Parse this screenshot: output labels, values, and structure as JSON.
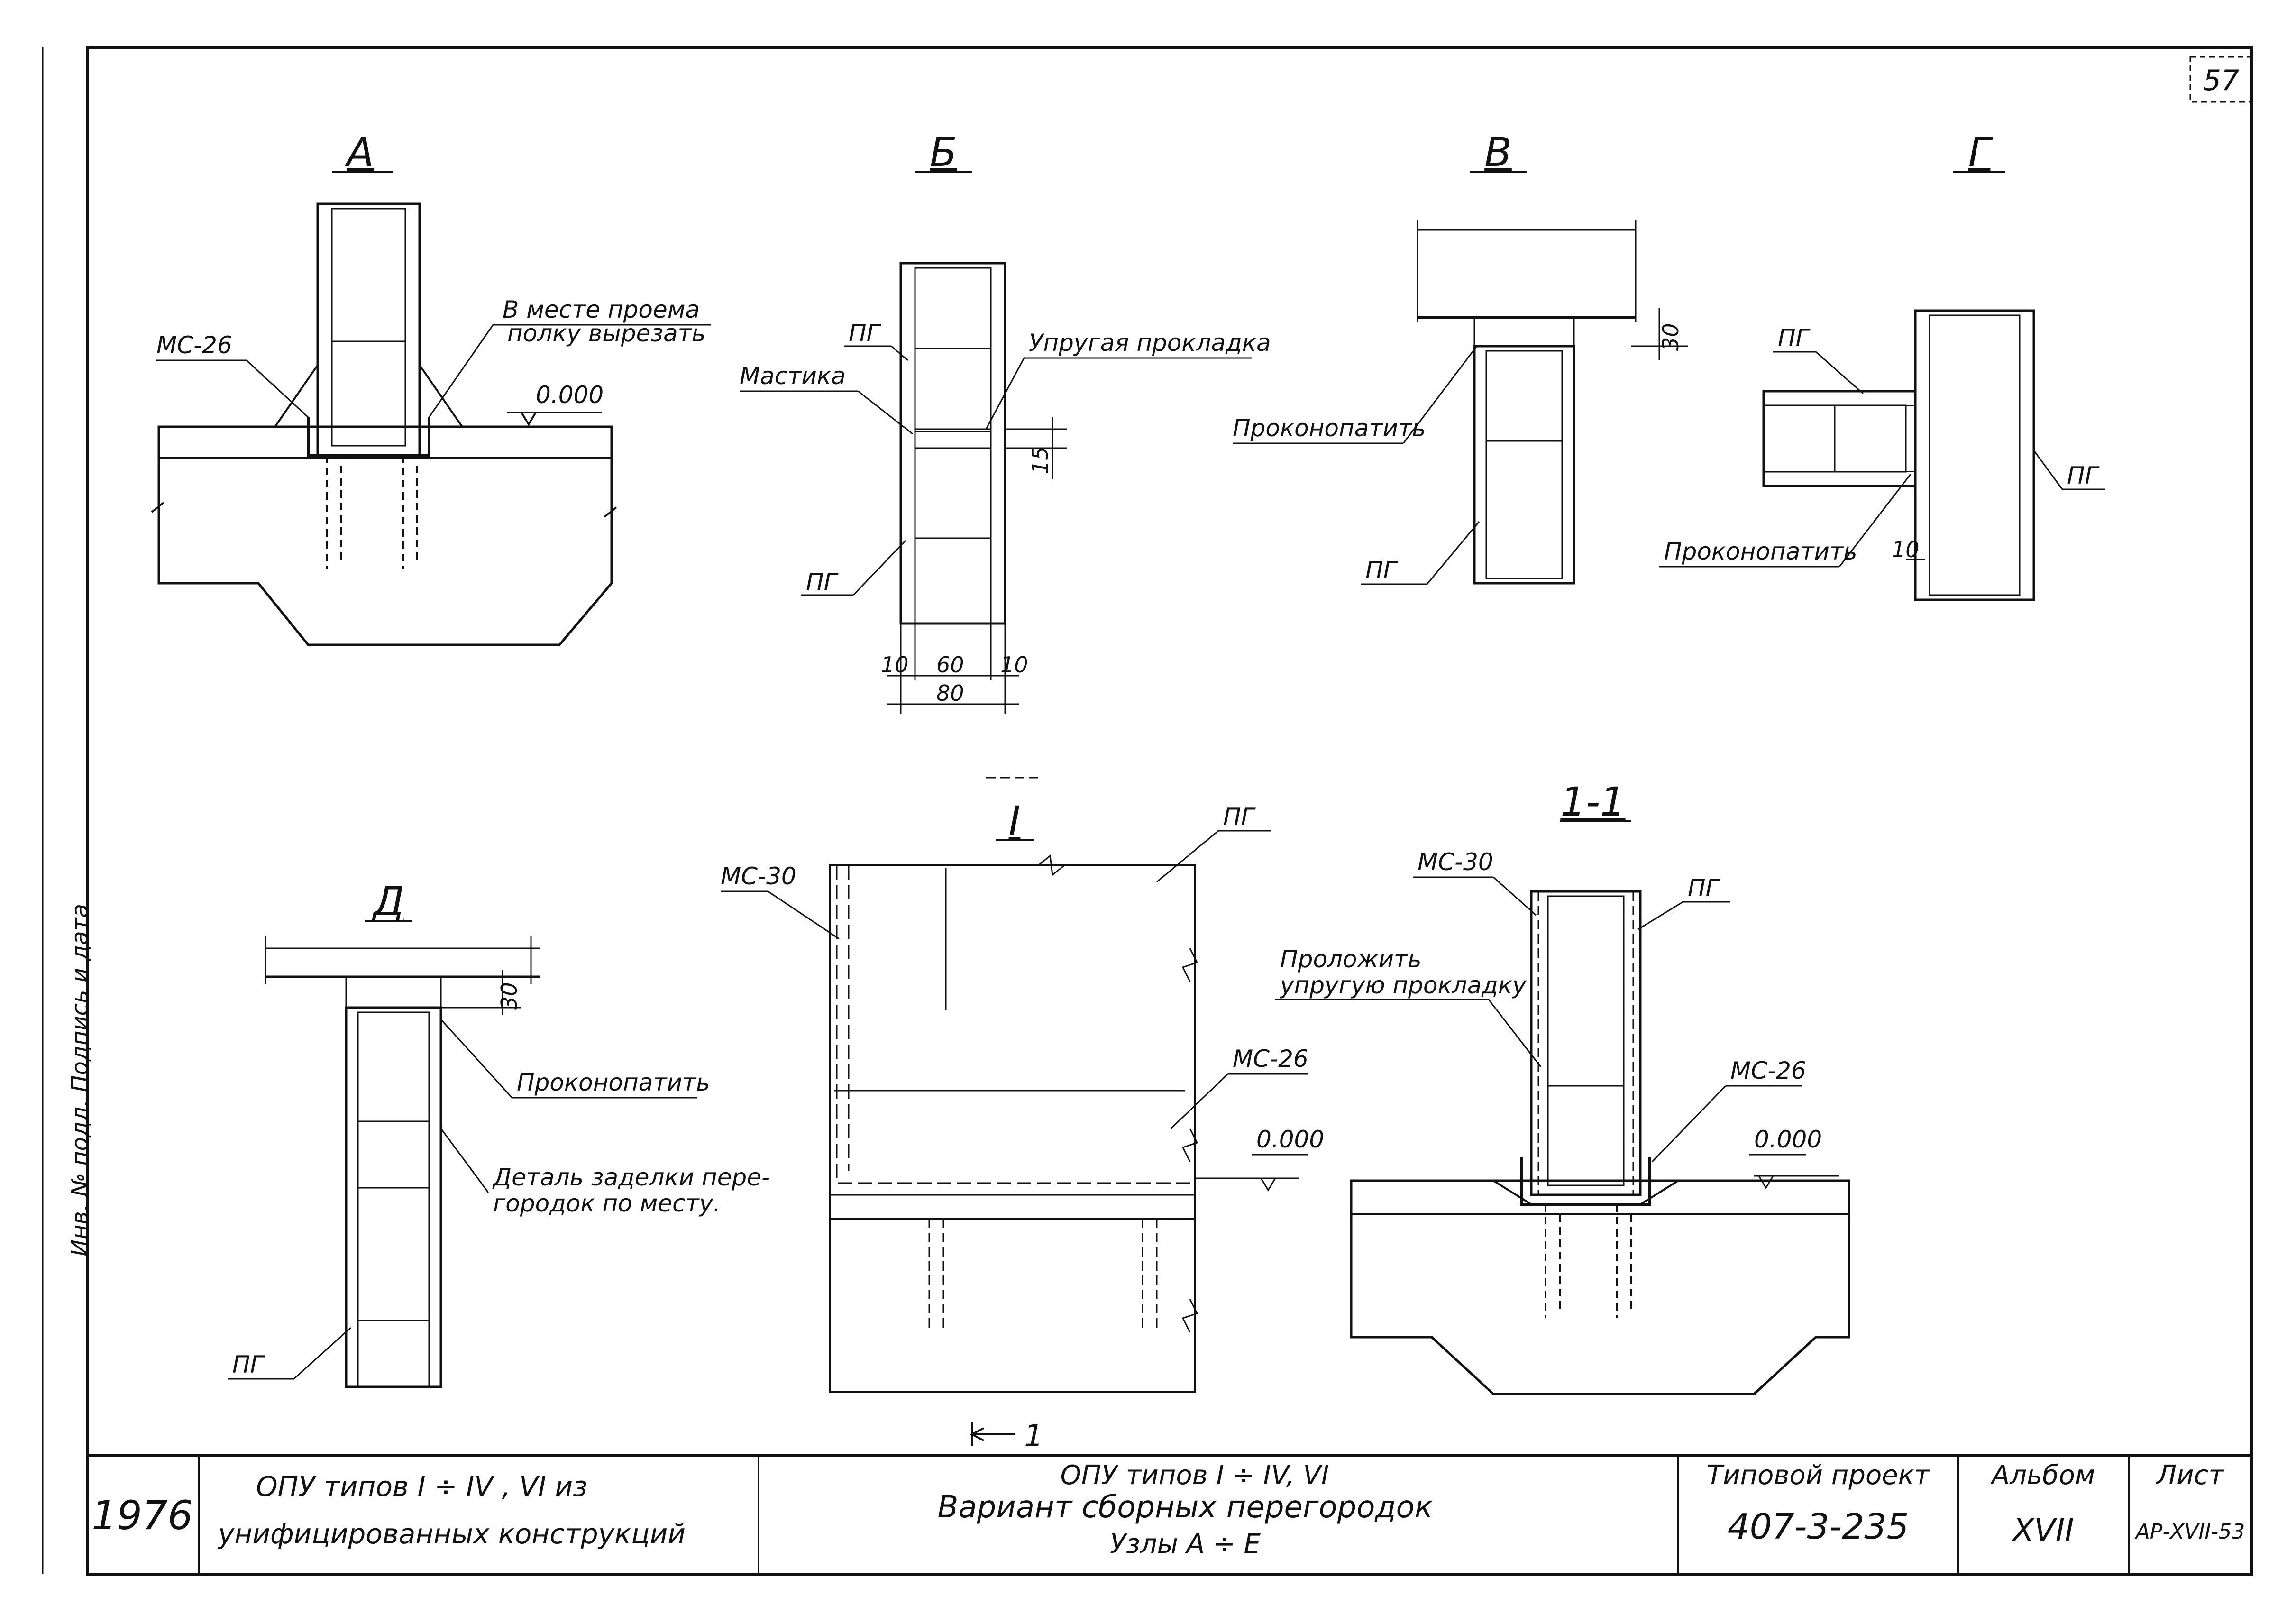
{
  "sheet_corner_number": "57",
  "details": {
    "A": {
      "title": "А",
      "note_cut": [
        "В месте проема",
        "полку вырезать"
      ],
      "mark_ms": "МС-26",
      "level": "0.000"
    },
    "B": {
      "title": "Б",
      "label_pg_top": "ПГ",
      "label_pg_bottom": "ПГ",
      "label_mastika": "Мастика",
      "label_gasket": "Упругая прокладка",
      "dim_15": "15",
      "dim_10_left": "10",
      "dim_60": "60",
      "dim_10_right": "10",
      "dim_80": "80"
    },
    "V": {
      "title": "В",
      "label_caulk": "Проконопатить",
      "label_pg": "ПГ",
      "dim_30": "30"
    },
    "G": {
      "title": "Г",
      "label_pg_left": "ПГ",
      "label_pg_right": "ПГ",
      "label_caulk": "Проконопатить",
      "dim_10": "10"
    },
    "D": {
      "title": "Д",
      "label_caulk": "Проконопатить",
      "note_detail": [
        "Деталь заделки пере-",
        "городок по месту."
      ],
      "label_pg": "ПГ",
      "dim_30": "30"
    },
    "I": {
      "title": "I",
      "label_ms30": "МС-30",
      "label_pg": "ПГ",
      "label_ms26": "МС-26",
      "level": "0.000",
      "section_mark": "1"
    },
    "S11": {
      "title": "1-1",
      "label_ms30": "МС-30",
      "label_pg": "ПГ",
      "note_gasket": [
        "Проложить",
        "упругую прокладку"
      ],
      "label_ms26": "МС-26",
      "level": "0.000"
    }
  },
  "side_stamp": "Инв. № подл.  Подпись и дата",
  "title_block": {
    "year": "1976",
    "left_title": [
      "ОПУ типов I ÷ IV , VI из",
      "унифицированных конструкций"
    ],
    "center_title": [
      "ОПУ типов I ÷ IV, VI",
      "Вариант сборных перегородок",
      "Узлы А ÷ Е"
    ],
    "project_label": "Типовой проект",
    "project_number": "407-3-235",
    "album_label": "Альбом",
    "album_value": "XVII",
    "sheet_label": "Лист",
    "sheet_value": "АР-XVII-53"
  }
}
